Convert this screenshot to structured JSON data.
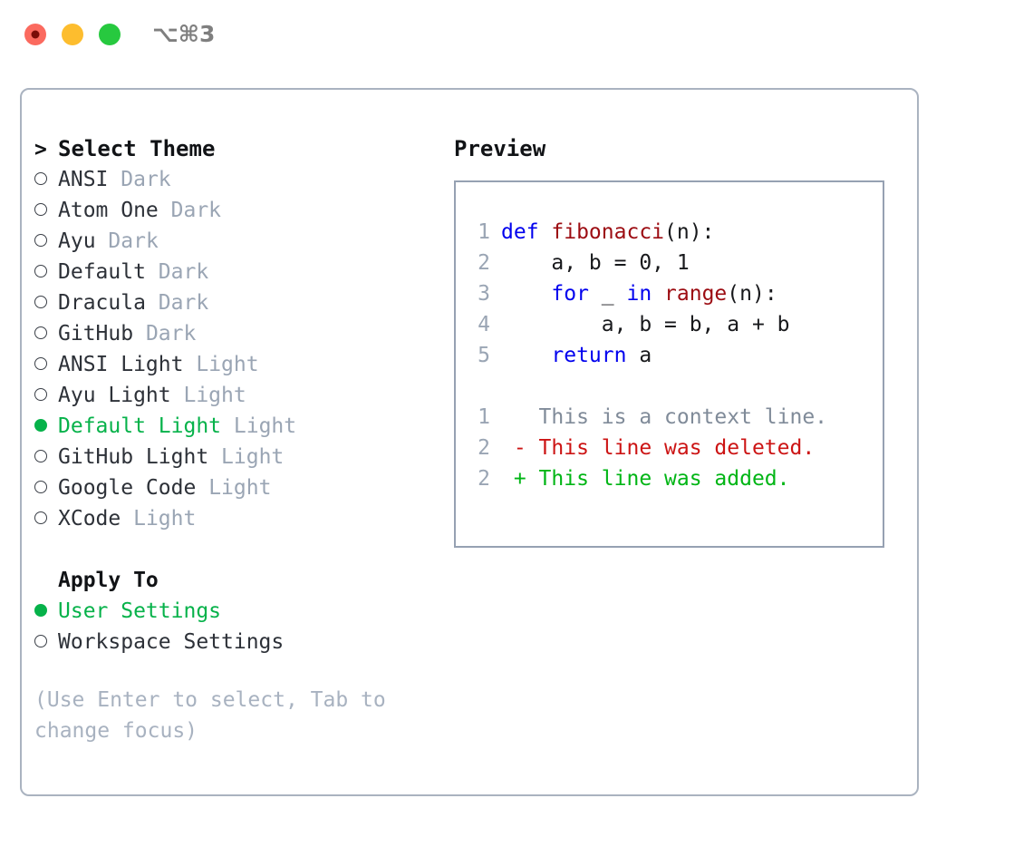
{
  "titlebar": {
    "lights": [
      {
        "name": "close-button",
        "color": "#fb6a5f"
      },
      {
        "name": "minimize-button",
        "color": "#fdbd2e"
      },
      {
        "name": "maximize-button",
        "color": "#27c93f"
      }
    ],
    "shortcut": "⌥⌘3"
  },
  "theme_picker": {
    "caret": ">",
    "title": "Select Theme",
    "marker_selected": "●",
    "marker_unselected": "○",
    "items": [
      {
        "label": "ANSI",
        "tag": "Dark",
        "selected": false
      },
      {
        "label": "Atom One",
        "tag": "Dark",
        "selected": false
      },
      {
        "label": "Ayu",
        "tag": "Dark",
        "selected": false
      },
      {
        "label": "Default",
        "tag": "Dark",
        "selected": false
      },
      {
        "label": "Dracula",
        "tag": "Dark",
        "selected": false
      },
      {
        "label": "GitHub",
        "tag": "Dark",
        "selected": false
      },
      {
        "label": "ANSI Light",
        "tag": "Light",
        "selected": false
      },
      {
        "label": "Ayu Light",
        "tag": "Light",
        "selected": false
      },
      {
        "label": "Default Light",
        "tag": "Light",
        "selected": true
      },
      {
        "label": "GitHub Light",
        "tag": "Light",
        "selected": false
      },
      {
        "label": "Google Code",
        "tag": "Light",
        "selected": false
      },
      {
        "label": "XCode",
        "tag": "Light",
        "selected": false
      }
    ]
  },
  "apply_to": {
    "title": "Apply To",
    "items": [
      {
        "label": "User Settings",
        "selected": true
      },
      {
        "label": "Workspace Settings",
        "selected": false
      }
    ]
  },
  "hint": "(Use Enter to select, Tab to change focus)",
  "preview": {
    "title": "Preview",
    "code_lines": [
      {
        "no": "1",
        "tokens": [
          {
            "t": "def ",
            "c": "kw"
          },
          {
            "t": "fibonacci",
            "c": "fn"
          },
          {
            "t": "(n):",
            "c": "pln"
          }
        ]
      },
      {
        "no": "2",
        "tokens": [
          {
            "t": "    a, b = 0, 1",
            "c": "pln"
          }
        ]
      },
      {
        "no": "3",
        "tokens": [
          {
            "t": "    ",
            "c": "pln"
          },
          {
            "t": "for",
            "c": "kw"
          },
          {
            "t": " _ ",
            "c": "pln"
          },
          {
            "t": "in",
            "c": "kw"
          },
          {
            "t": " ",
            "c": "pln"
          },
          {
            "t": "range",
            "c": "fn"
          },
          {
            "t": "(n):",
            "c": "pln"
          }
        ]
      },
      {
        "no": "4",
        "tokens": [
          {
            "t": "        a, b = b, a + b",
            "c": "pln"
          }
        ]
      },
      {
        "no": "5",
        "tokens": [
          {
            "t": "    ",
            "c": "pln"
          },
          {
            "t": "return",
            "c": "kw"
          },
          {
            "t": " a",
            "c": "pln"
          }
        ]
      }
    ],
    "diff_lines": [
      {
        "no": "1",
        "tokens": [
          {
            "t": "   This is a context line.",
            "c": "ctx"
          }
        ]
      },
      {
        "no": "2",
        "tokens": [
          {
            "t": " - This line was deleted.",
            "c": "del"
          }
        ]
      },
      {
        "no": "2",
        "tokens": [
          {
            "t": " + This line was added.",
            "c": "add"
          }
        ]
      }
    ]
  },
  "colors": {
    "accent_green": "#06b24a",
    "muted_gray": "#9aa5b4",
    "keyword_blue": "#0000ee",
    "function_red": "#9c0c12",
    "diff_delete": "#cc1414",
    "diff_add": "#00b515",
    "panel_border": "#aab3c0"
  }
}
